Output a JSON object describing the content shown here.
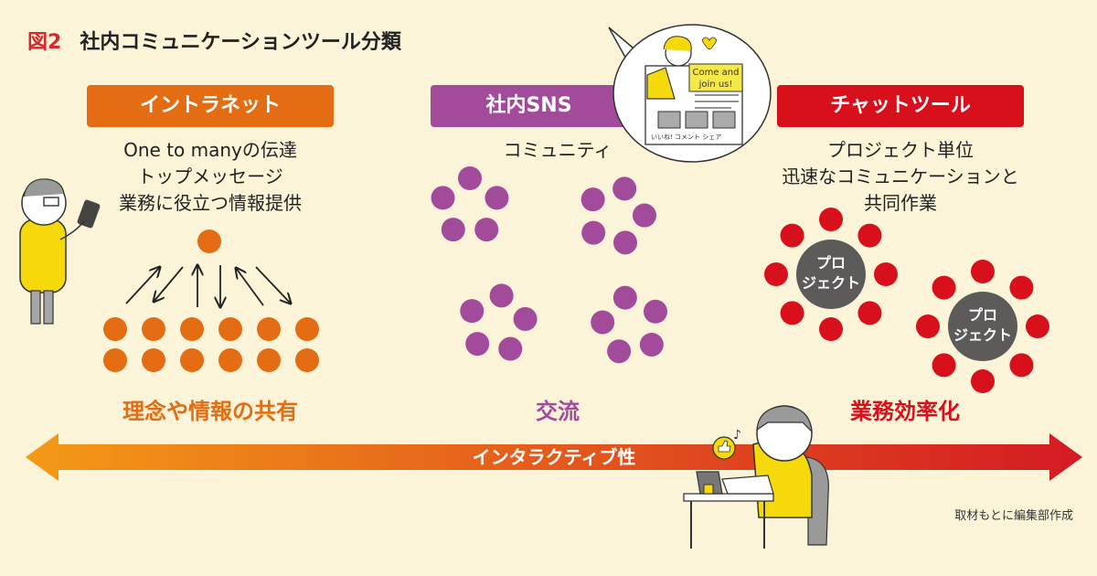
{
  "figure": {
    "number": "図2",
    "title": "社内コミュニケーションツール分類"
  },
  "columns": [
    {
      "label": "イントラネット",
      "color": "#e46c12",
      "desc": [
        "One to manyの伝達",
        "トップメッセージ",
        "業務に役立つ情報提供"
      ],
      "result": "理念や情報の共有"
    },
    {
      "label": "社内SNS",
      "color": "#a34b9b",
      "desc": [
        "コミュニティ"
      ],
      "result": "交流"
    },
    {
      "label": "チャットツール",
      "color": "#d7101c",
      "desc": [
        "プロジェクト単位",
        "迅速なコミュニケーションと",
        "共同作業"
      ],
      "result": "業務効率化"
    }
  ],
  "project_label": [
    "プロ",
    "ジェクト"
  ],
  "sns_post": {
    "bubble": [
      "Come and",
      "join us!"
    ],
    "footer": "いいね! コメント シェア"
  },
  "axis": {
    "label": "インタラクティブ性",
    "color_start": "#f39a16",
    "color_end": "#d41a22"
  },
  "source": "取材もとに編集部作成"
}
